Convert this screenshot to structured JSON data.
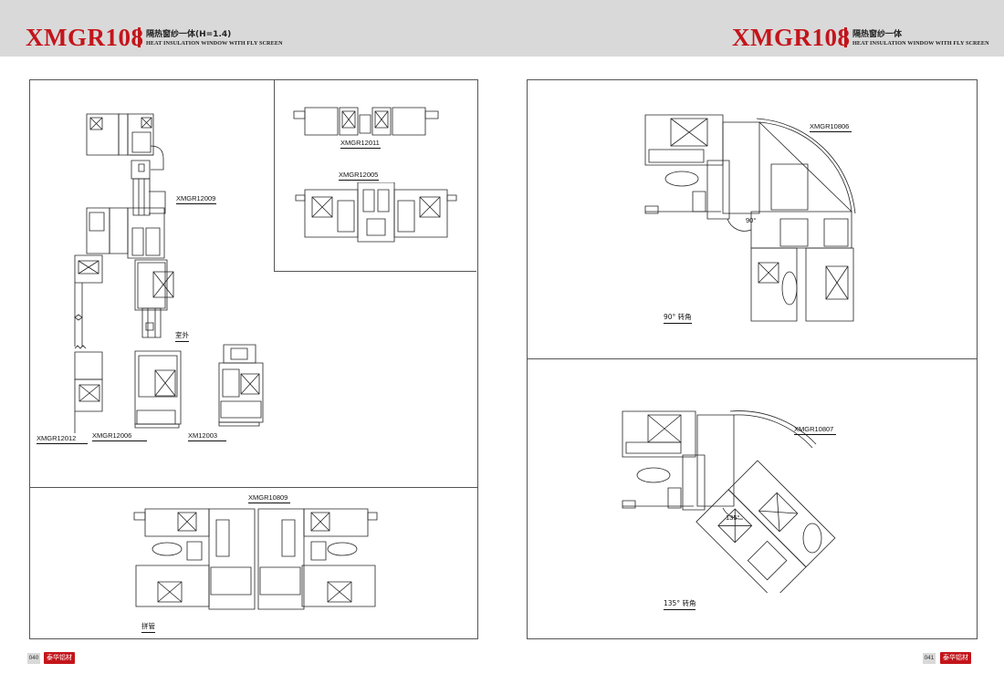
{
  "header": {
    "left": {
      "series": "XMGR108",
      "subtitle_cn": "隔热窗纱一体(H=1.4)",
      "subtitle_en": "HEAT INSULATION WINDOW WITH FLY SCREEN"
    },
    "right": {
      "series": "XMGR108",
      "subtitle_cn": "隔热窗纱一体",
      "subtitle_en": "HEAT INSULATION WINDOW WITH FLY SCREEN"
    }
  },
  "left_page": {
    "main_labels": {
      "p12009": "XMGR12009",
      "outdoor": "室外",
      "p12012": "XMGR12012",
      "p12006": "XMGR12006",
      "p12003": "XM12003"
    },
    "inset_labels": {
      "p12011": "XMGR12011",
      "p12005": "XMGR12005"
    },
    "bottom_labels": {
      "p10809": "XMGR10809",
      "caption": "拼管"
    },
    "page_number": "040"
  },
  "right_page": {
    "top": {
      "profile": "XMGR10806",
      "angle": "90°",
      "caption": "90°  转角"
    },
    "bottom": {
      "profile": "XMGR10807",
      "angle": "135°",
      "caption": "135°  转角"
    },
    "page_number": "041"
  },
  "brand": {
    "logo_text": "泰华铝材",
    "accent_color": "#c3151b"
  }
}
